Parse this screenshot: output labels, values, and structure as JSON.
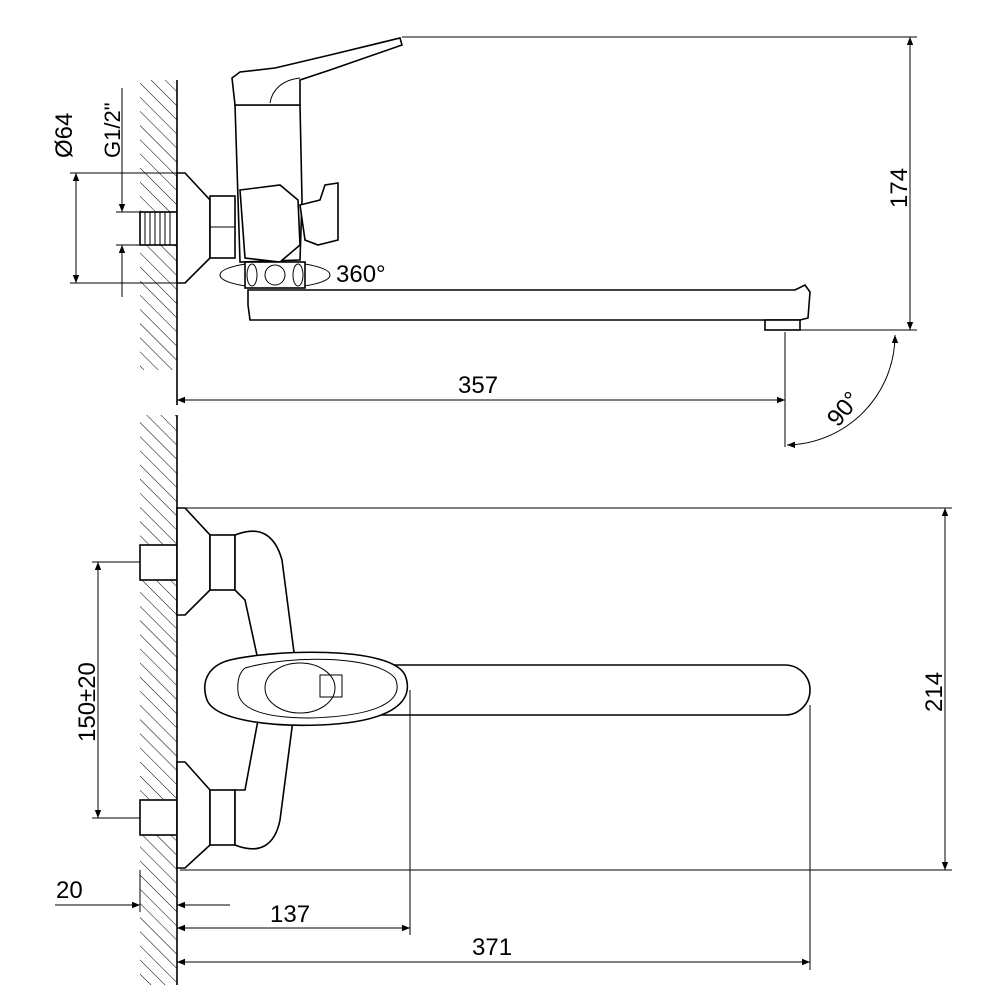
{
  "title": "Faucet dimension drawing",
  "colors": {
    "line": "#000000",
    "background": "#ffffff"
  },
  "side_view": {
    "diameter_label": "Ø64",
    "thread_label": "G1/2\"",
    "height_label": "174",
    "rotation_label": "360°",
    "spout_reach_label": "357",
    "swivel_angle_label": "90°"
  },
  "front_view": {
    "height_label": "214",
    "inlet_spacing_label": "150±20",
    "wall_offset_label": "20",
    "body_offset_label": "137",
    "total_reach_label": "371"
  }
}
